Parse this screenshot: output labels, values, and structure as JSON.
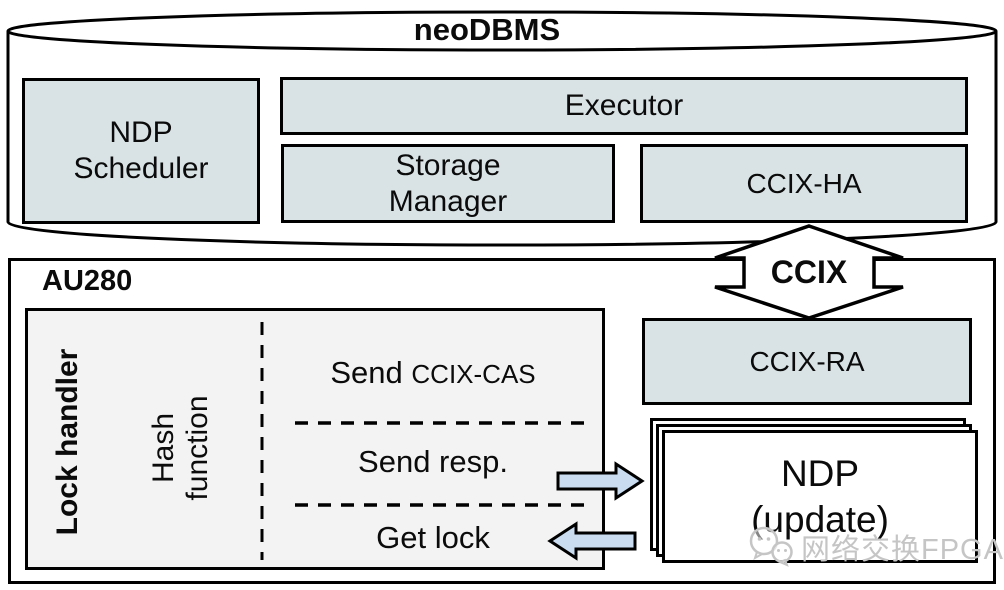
{
  "neodbms": {
    "title": "neoDBMS",
    "ndp_scheduler": {
      "line1": "NDP",
      "line2": "Scheduler"
    },
    "executor": {
      "label": "Executor"
    },
    "storage_manager": {
      "line1": "Storage",
      "line2": "Manager"
    },
    "ccix_ha": {
      "label": "CCIX-HA"
    }
  },
  "ccix_link": {
    "label": "CCIX"
  },
  "au280": {
    "title": "AU280",
    "lock_handler": {
      "title": "Lock handler",
      "hash_function": {
        "line1": "Hash",
        "line2": "function"
      },
      "steps": {
        "send_cas_prefix": "Send",
        "send_cas_code": "CCIX-CAS",
        "send_resp": "Send resp.",
        "get_lock": "Get lock"
      }
    },
    "ccix_ra": {
      "label": "CCIX-RA"
    },
    "ndp_update": {
      "line1": "NDP",
      "line2": "(update)"
    }
  },
  "watermark": {
    "label": "网络交换FPGA"
  },
  "icons": {
    "ccix_double_arrow": "vertical-double-arrow",
    "flow_right": "arrow-right",
    "flow_left": "arrow-left",
    "watermark_icon": "wechat-chat-bubbles"
  },
  "colors": {
    "module_fill": "#d9e3e6",
    "lock_panel_fill": "#f3f3f4",
    "flow_arrow_fill": "#c9dcf0",
    "border": "#000000",
    "watermark_gray": "#c5c5c5",
    "background": "#ffffff"
  }
}
